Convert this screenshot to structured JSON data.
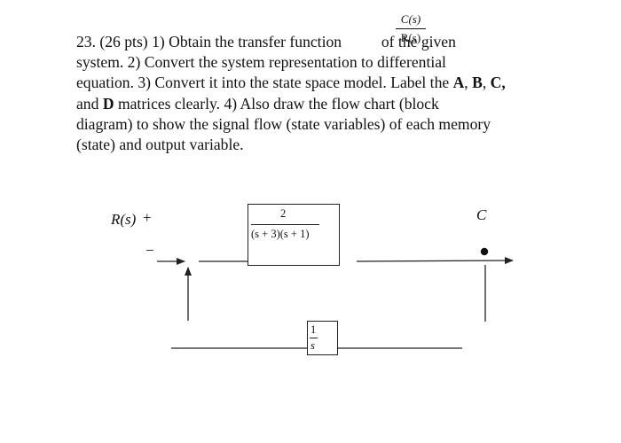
{
  "problem": {
    "number": "23.",
    "points": "(26 pts)",
    "tf_numerator": "C(s)",
    "tf_denominator": "R(s)",
    "line1_a": "1) Obtain the transfer function",
    "line1_b": "of  the given",
    "line2": "system.  2) Convert the system representation to differential",
    "line3_a": "equation. 3) Convert it into the state space model. Label the",
    "m_A": "A",
    "m_B": "B",
    "m_C": "C,",
    "line4_a": "and",
    "m_D": "D",
    "line4_b": "matrices clearly.   4) Also draw the flow chart (block",
    "line5": "diagram) to show the signal flow (state variables) of each memory",
    "line6": "(state) and output variable."
  },
  "diagram": {
    "input_label": "R(s)",
    "plus_sign": "+",
    "minus_sign": "−",
    "output_label": "C",
    "forward_block": {
      "numerator": "2",
      "denominator": "(s + 3)(s + 1)"
    },
    "feedback_block": {
      "numerator": "1",
      "denominator": "s"
    }
  }
}
